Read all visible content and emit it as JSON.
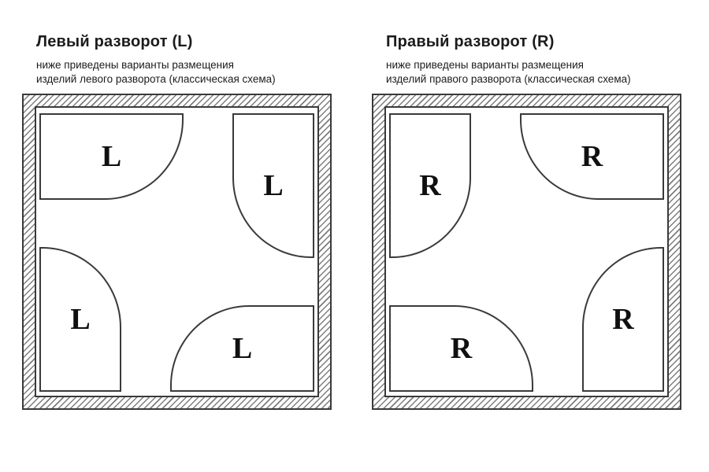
{
  "colors": {
    "line": "#3a3a3a",
    "hatch": "#7d7d7d",
    "text": "#1c1c1c",
    "background": "#ffffff"
  },
  "panels": [
    {
      "title": "Левый разворот (L)",
      "subtitle_line1": "ниже приведены варианты размещения",
      "subtitle_line2": "изделий левого разворота (классическая схема)",
      "trays": [
        {
          "label": "L",
          "position": "top-left",
          "shape": "wide",
          "rounded_corner": "bottom-right"
        },
        {
          "label": "L",
          "position": "top-right",
          "shape": "tall",
          "rounded_corner": "bottom-left"
        },
        {
          "label": "L",
          "position": "bottom-left",
          "shape": "tall",
          "rounded_corner": "top-right"
        },
        {
          "label": "L",
          "position": "bottom-right",
          "shape": "wide",
          "rounded_corner": "top-left"
        }
      ]
    },
    {
      "title": "Правый разворот (R)",
      "subtitle_line1": "ниже приведены варианты размещения",
      "subtitle_line2": "изделий правого разворота (классическая схема)",
      "trays": [
        {
          "label": "R",
          "position": "top-left",
          "shape": "tall",
          "rounded_corner": "bottom-right"
        },
        {
          "label": "R",
          "position": "top-right",
          "shape": "wide",
          "rounded_corner": "bottom-left"
        },
        {
          "label": "R",
          "position": "bottom-left",
          "shape": "wide",
          "rounded_corner": "top-right"
        },
        {
          "label": "R",
          "position": "bottom-right",
          "shape": "tall",
          "rounded_corner": "top-left"
        }
      ]
    }
  ]
}
